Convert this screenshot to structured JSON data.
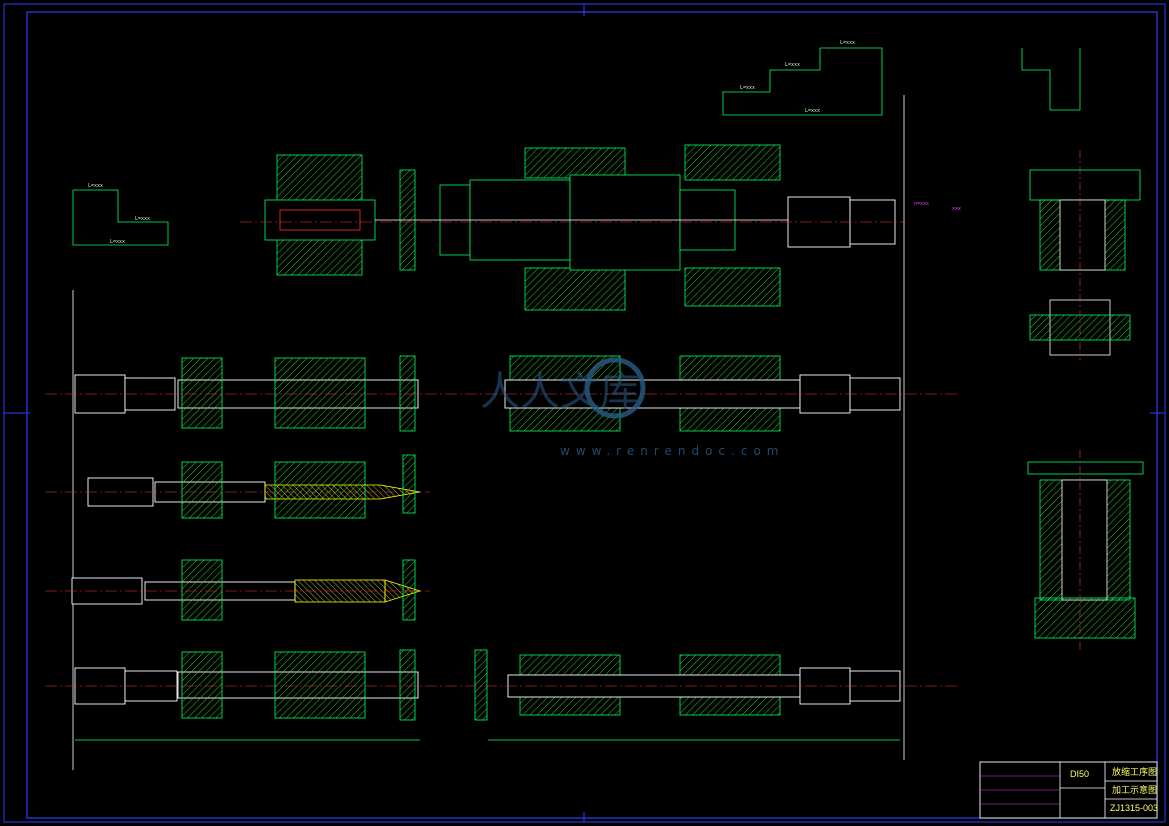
{
  "title_block": {
    "model": "DI50",
    "line1": "放缩工序图",
    "line2": "加工示意图",
    "drawing_no": "ZJ1315-003"
  },
  "watermark": {
    "site": "www.renrendoc.com",
    "brand": "人人文库"
  },
  "colors": {
    "background": "#000000",
    "frame": "#2d3cff",
    "part_outline": "#00ff66",
    "hatch": "#33ff33",
    "shaft": "#ffffff",
    "centerline": "#ff3333",
    "dimension": "#00ff66",
    "tool": "#ffff00",
    "magenta": "#ff33ff"
  }
}
